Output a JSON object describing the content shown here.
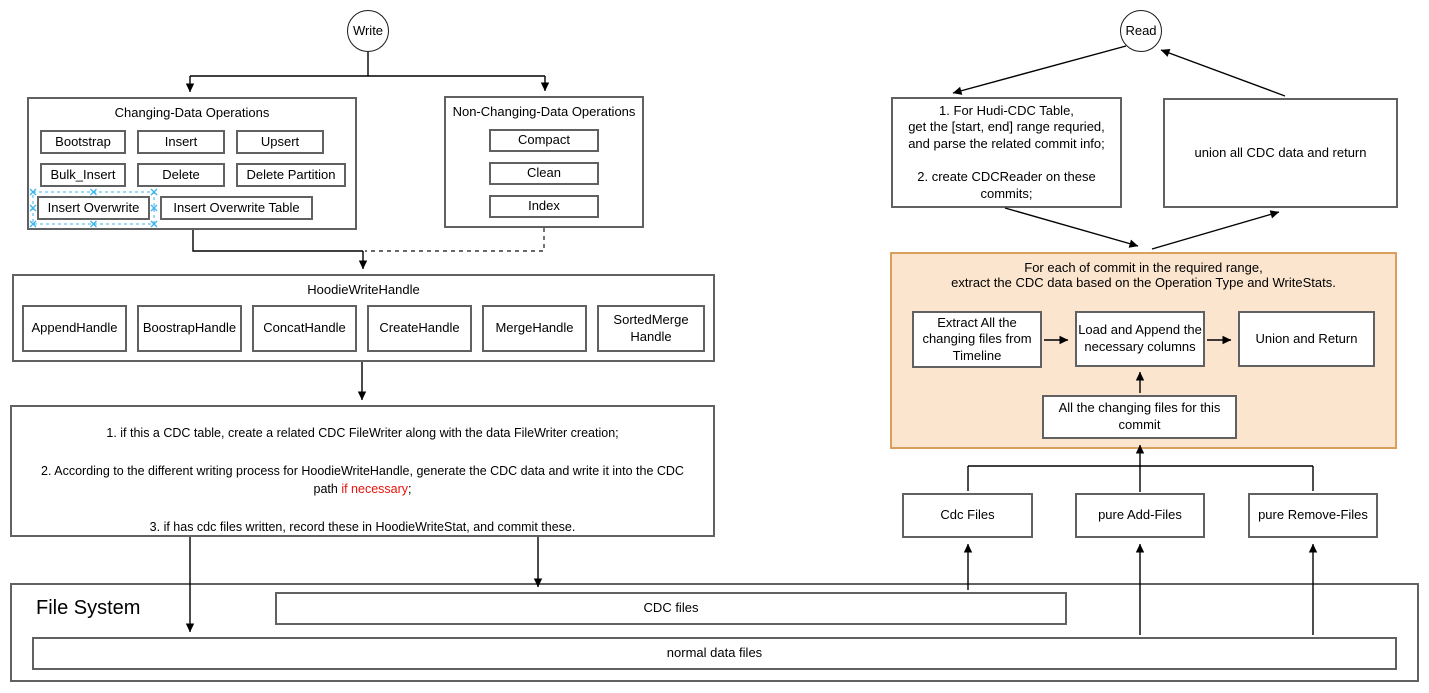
{
  "colors": {
    "highlight_red": "#e8130c",
    "orange_fill": "#fbe5cf",
    "orange_stroke": "#d8a05a",
    "selection_blue": "#3db4ef",
    "box_border": "#616161"
  },
  "write_flow": {
    "write_label": "Write",
    "changing_ops": {
      "title": "Changing-Data Operations",
      "ops": [
        "Bootstrap",
        "Insert",
        "Upsert",
        "Bulk_Insert",
        "Delete",
        "Delete Partition",
        "Insert  Overwrite",
        "Insert  Overwrite Table"
      ]
    },
    "non_changing_ops": {
      "title": "Non-Changing-Data Operations",
      "ops": [
        "Compact",
        "Clean",
        "Index"
      ]
    },
    "write_handle": {
      "title": "HoodieWriteHandle",
      "handles": [
        "AppendHandle",
        "BoostrapHandle",
        "ConcatHandle",
        "CreateHandle",
        "MergeHandle",
        "SortedMerge\nHandle"
      ]
    },
    "instructions": {
      "part1": "1. if this a CDC table, create a related CDC FileWriter along with the data FileWriter creation;\n\n2. According to the different writing process for HoodieWriteHandle, generate the CDC data and write it into the CDC path ",
      "highlight": "if necessary",
      "part2": ";\n\n3. if has cdc files written, record these in HoodieWriteStat, and commit these."
    }
  },
  "read_flow": {
    "read_label": "Read",
    "prepare_box": "1. For Hudi-CDC Table,\nget the [start, end] range requried,\nand parse the related commit info;\n\n2. create CDCReader on these\ncommits;",
    "union_box": "union all CDC data and return",
    "per_commit": {
      "title": "For each of commit in the required range,\nextract the CDC data based on the Operation Type and WriteStats.",
      "steps": [
        "Extract All the\nchanging files from\nTimeline",
        "Load and Append the\nnecessary columns",
        "Union and Return"
      ],
      "changing_files": "All the changing files for this\ncommit"
    },
    "file_groups": [
      "Cdc Files",
      "pure Add-Files",
      "pure Remove-Files"
    ]
  },
  "file_system": {
    "title": "File System",
    "cdc_files": "CDC files",
    "normal_files": "normal data files"
  }
}
